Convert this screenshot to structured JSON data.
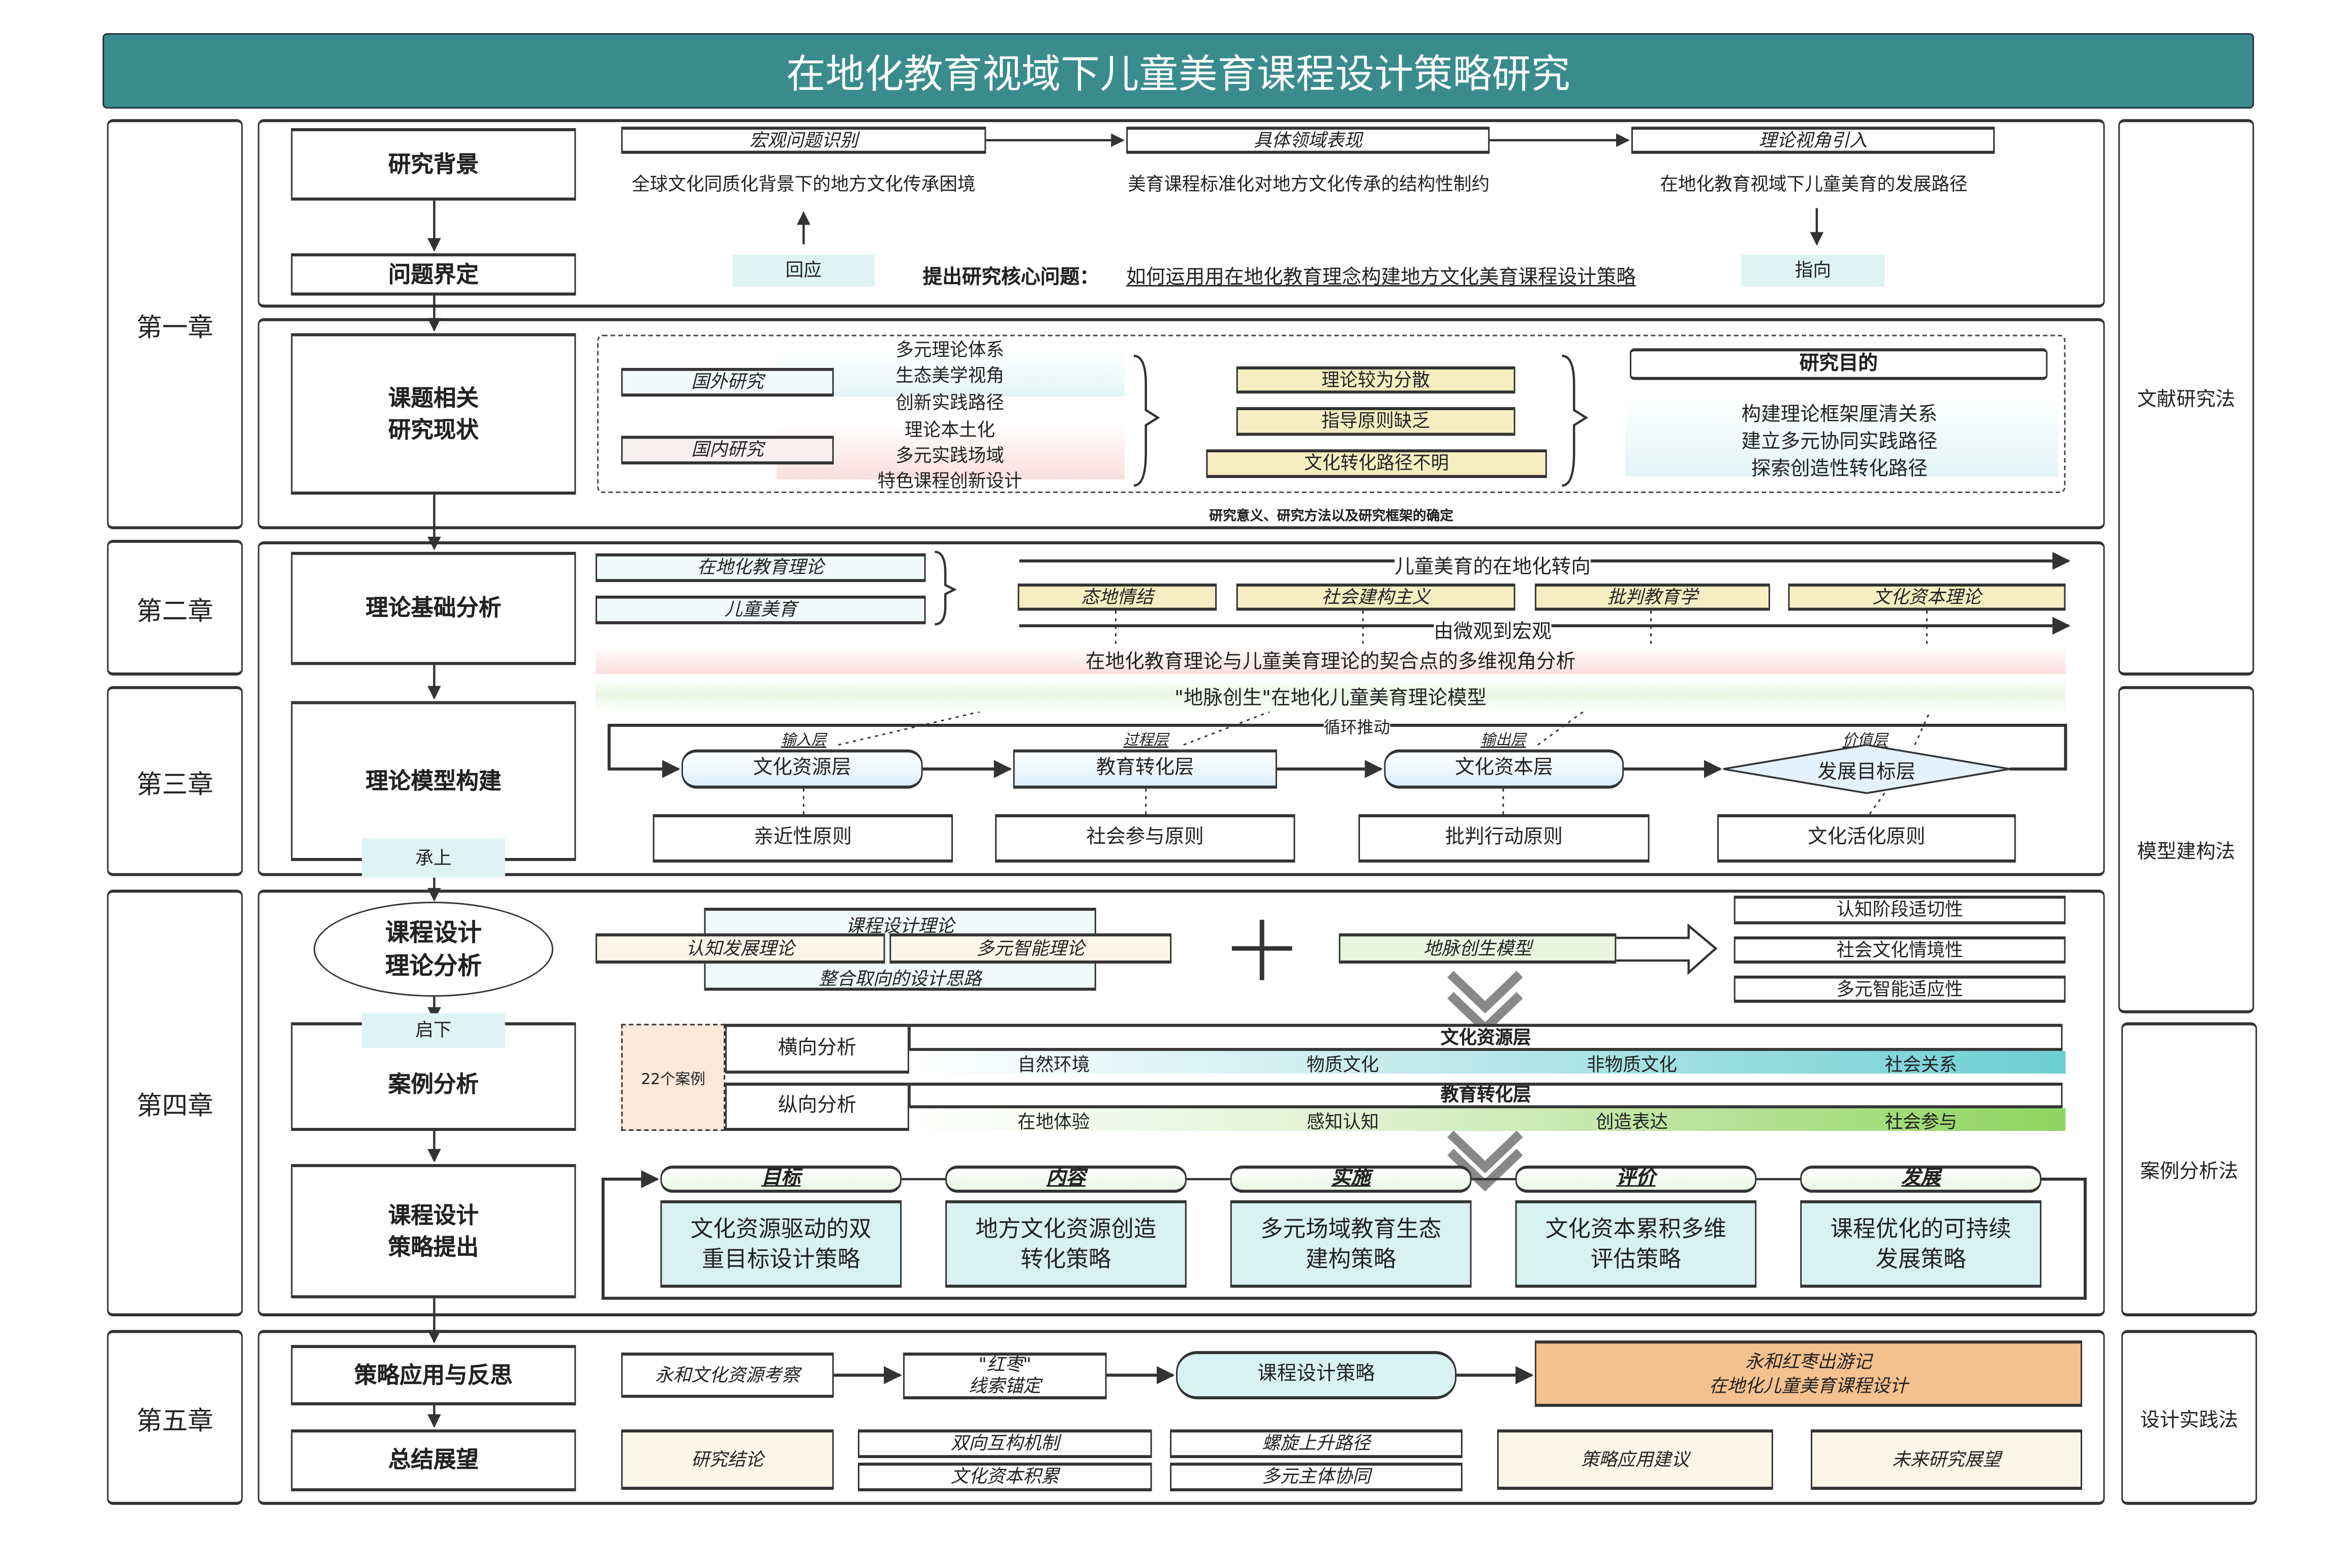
{
  "title": "在地化教育视域下儿童美育课程设计策略研究",
  "chapters": [
    "第一章",
    "第二章",
    "第三章",
    "第四章",
    "第五章"
  ],
  "methods": [
    "文献研究法",
    "模型建构法",
    "案例分析法",
    "设计实践法"
  ],
  "process": {
    "bg": "研究背景",
    "problem": "问题界定",
    "status": "课题相关\n研究现状",
    "theory_base": "理论基础分析",
    "model": "理论模型构建",
    "up_tab": "承上",
    "course_theory": "课程设计\n理论分析",
    "down_tab": "启下",
    "case": "案例分析",
    "strategy": "课程设计\n策略提出",
    "apply": "策略应用与反思",
    "summary": "总结展望"
  },
  "p1": {
    "steps": [
      {
        "label": "宏观问题识别",
        "desc": "全球文化同质化背景下的地方文化传承困境"
      },
      {
        "label": "具体领域表现",
        "desc": "美育课程标准化对地方文化传承的结构性制约"
      },
      {
        "label": "理论视角引入",
        "desc": "在地化教育视域下儿童美育的发展路径"
      }
    ],
    "respond": "回应",
    "point": "指向",
    "core_label": "提出研究核心问题：",
    "core_question": "如何运用用在地化教育理念构建地方文化美育课程设计策略"
  },
  "p2": {
    "foreign": "国外研究",
    "domestic": "国内研究",
    "foreign_items": [
      "多元理论体系",
      "生态美学视角",
      "创新实践路径"
    ],
    "domestic_items": [
      "理论本土化",
      "多元实践场域",
      "特色课程创新设计"
    ],
    "problems": [
      "理论较为分散",
      "指导原则缺乏",
      "文化转化路径不明"
    ],
    "purpose_title": "研究目的",
    "purposes": [
      "构建理论框架厘清关系",
      "建立多元协同实践路径",
      "探索创造性转化路径"
    ],
    "footer": "研究意义、研究方法以及研究框架的确定"
  },
  "p3": {
    "theories": [
      "在地化教育理论",
      "儿童美育"
    ],
    "turn": "儿童美育的在地化转向",
    "frames": [
      "态地情结",
      "社会建构主义",
      "批判教育学",
      "文化资本理论"
    ],
    "micro": "由微观到宏观",
    "fit": "在地化教育理论与儿童美育理论的契合点的多维视角分析",
    "model": "\"地脉创生\"在地化儿童美育理论模型",
    "loop": "循环推动",
    "layers": [
      {
        "tag": "输入层",
        "name": "文化资源层",
        "principle": "亲近性原则"
      },
      {
        "tag": "过程层",
        "name": "教育转化层",
        "principle": "社会参与原则"
      },
      {
        "tag": "输出层",
        "name": "文化资本层",
        "principle": "批判行动原则"
      },
      {
        "tag": "价值层",
        "name": "发展目标层",
        "principle": "文化活化原则"
      }
    ]
  },
  "p4": {
    "course_theory": "课程设计理论",
    "cognitive": "认知发展理论",
    "mi": "多元智能理论",
    "integrate": "整合取向的设计思路",
    "model": "地脉创生模型",
    "fits": [
      "认知阶段适切性",
      "社会文化情境性",
      "多元智能适应性"
    ],
    "cases": "22个案例",
    "horizontal": "横向分析",
    "vertical": "纵向分析",
    "row1_title": "文化资源层",
    "row1": [
      "自然环境",
      "物质文化",
      "非物质文化",
      "社会关系"
    ],
    "row2_title": "教育转化层",
    "row2": [
      "在地体验",
      "感知认知",
      "创造表达",
      "社会参与"
    ],
    "stages": [
      {
        "h": "目标",
        "s": "文化资源驱动的双\n重目标设计策略"
      },
      {
        "h": "内容",
        "s": "地方文化资源创造\n转化策略"
      },
      {
        "h": "实施",
        "s": "多元场域教育生态\n建构策略"
      },
      {
        "h": "评价",
        "s": "文化资本累积多维\n评估策略"
      },
      {
        "h": "发展",
        "s": "课程优化的可持续\n发展策略"
      }
    ]
  },
  "p5": {
    "survey": "永和文化资源考察",
    "anchor": "\"红枣\"\n线索锚定",
    "strategy": "课程设计策略",
    "result": "永和红枣出游记\n在地化儿童美育课程设计",
    "conclusion": "研究结论",
    "mech": [
      "双向互构机制",
      "文化资本积累",
      "螺旋上升路径",
      "多元主体协同"
    ],
    "advice": "策略应用建议",
    "future": "未来研究展望"
  },
  "colors": {
    "title_bg": "#3a8c8c",
    "cyan": "#dff3f3",
    "yellow": "#f6eec2",
    "orange": "#f5c18f"
  }
}
